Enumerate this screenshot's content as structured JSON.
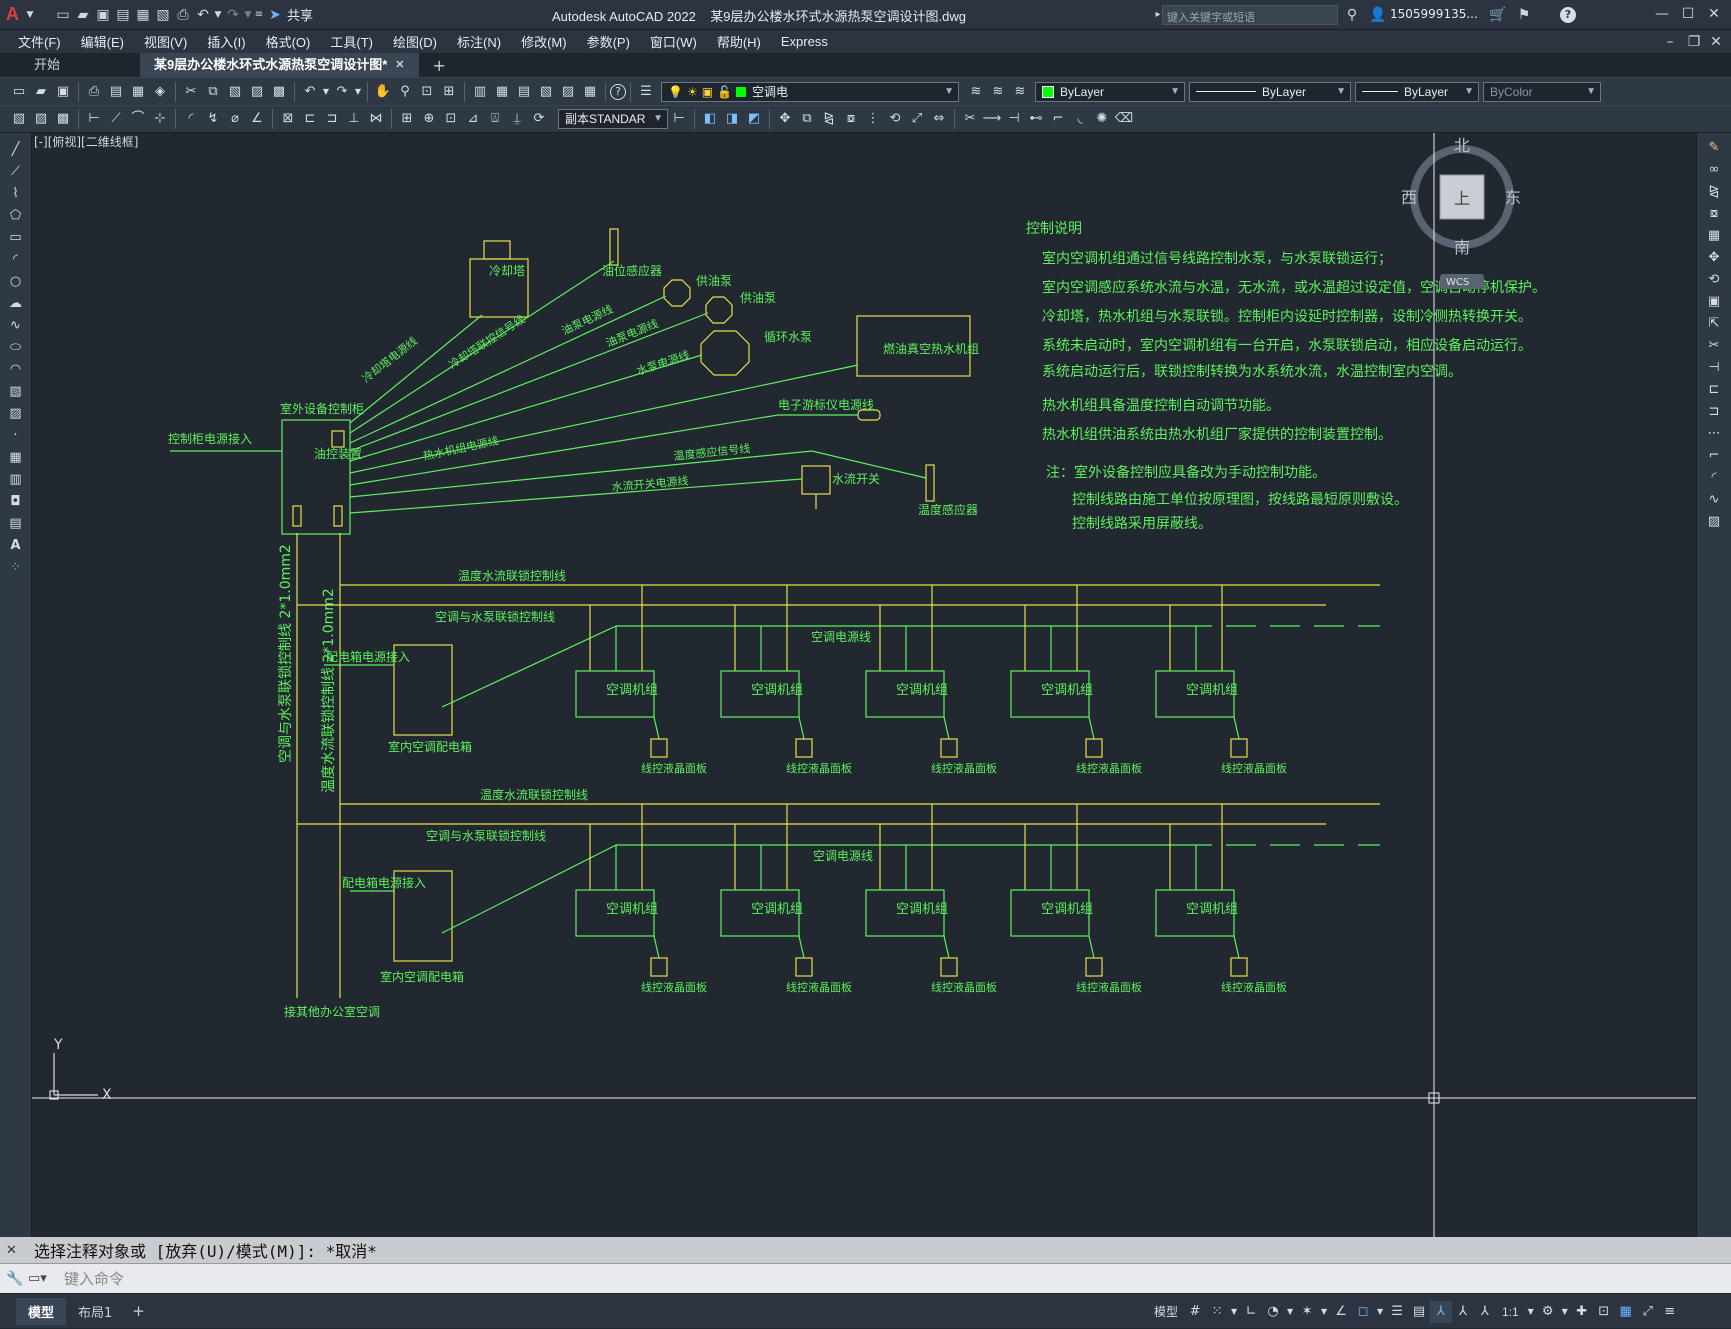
{
  "app": {
    "logo": "A",
    "share_label": "共享",
    "title": "Autodesk AutoCAD 2022    某9层办公楼水环式水源热泵空调设计图.dwg",
    "search_placeholder": "键入关键字或短语",
    "user": "1505999135...",
    "help": "?"
  },
  "menu": [
    "文件(F)",
    "编辑(E)",
    "视图(V)",
    "插入(I)",
    "格式(O)",
    "工具(T)",
    "绘图(D)",
    "标注(N)",
    "修改(M)",
    "参数(P)",
    "窗口(W)",
    "帮助(H)",
    "Express"
  ],
  "tabs": {
    "start": "开始",
    "drawing": "某9层办公楼水环式水源热泵空调设计图*",
    "close": "✕",
    "add": "+"
  },
  "toolbar": {
    "layer": "空调电",
    "color": "ByLayer",
    "linetype": "ByLayer",
    "lineweight": "ByLayer",
    "plotstyle": "ByColor",
    "textstyle": "副本STANDAR"
  },
  "viewport": {
    "label": "[-][俯视][二维线框]",
    "compass": {
      "n": "北",
      "s": "南",
      "e": "东",
      "w": "西",
      "top": "上"
    },
    "wcs": "WCS",
    "ucs_x": "X",
    "ucs_y": "Y"
  },
  "notes": {
    "title": "控制说明",
    "lines": [
      "室内空调机组通过信号线路控制水泵，与水泵联锁运行；",
      "室内空调感应系统水流与水温，无水流，或水温超过设定值，空调自动停机保护。",
      "冷却塔，热水机组与水泵联锁。控制柜内设延时控制器，设制冷侧热转换开关。",
      "系统未启动时，室内空调机组有一台开启，水泵联锁启动，相应设备启动运行。",
      "系统启动运行后，联锁控制转换为水系统水流，水温控制室内空调。",
      "热水机组具备温度控制自动调节功能。",
      "热水机组供油系统由热水机组厂家提供的控制装置控制。"
    ],
    "remark_lines": [
      "注：室外设备控制应具备改为手动控制功能。",
      "控制线路由施工单位按原理图，按线路最短原则敷设。",
      "控制线路采用屏蔽线。"
    ]
  },
  "drawing": {
    "cooling_tower": "冷却塔",
    "oil_sensor": "油位感应器",
    "oil_pump_1": "供油泵",
    "oil_pump_2": "供油泵",
    "circ_pump": "循环水泵",
    "boiler": "燃油真空热水机组",
    "flow_meter": "电子游标仪电源线",
    "cabinet": "室外设备控制柜",
    "cabinet_power_in": "控制柜电源接入",
    "oil_device": "油控装置",
    "flow_switch": "水流开关",
    "temp_sensor": "温度感应器",
    "wire_tower": "冷却塔电源线",
    "wire_tower_ctl": "冷却塔联控信号线",
    "wire_oil_pump": "油泵电源线",
    "wire_oil_pump2": "油泵电源线",
    "wire_water_pump": "水泵电源线",
    "wire_boiler": "热水机组电源线",
    "wire_temp_sig": "温度感应信号线",
    "wire_flow_sw": "水流开关电源线",
    "bus_temp_flow": "温度水流联锁控制线",
    "bus_ac_pump": "空调与水泵联锁控制线",
    "bus_ac_power": "空调电源线",
    "riser_1": "空调与水泵联锁控制线 2*1.0mm2",
    "riser_2": "温度水流联锁控制线 2*1.0mm2",
    "panel_power_in": "配电箱电源接入",
    "panel_name": "室内空调配电箱",
    "ac_unit": "空调机组",
    "lcd_panel": "线控液晶面板",
    "connect_other": "接其他办公室空调"
  },
  "command": {
    "history": "选择注释对象或 [放弃(U)/模式(M)]: *取消*",
    "placeholder": "键入命令"
  },
  "status": {
    "model_tab": "模型",
    "layout_tab": "布局1",
    "add": "+",
    "model_btn": "模型",
    "scale": "1:1"
  }
}
